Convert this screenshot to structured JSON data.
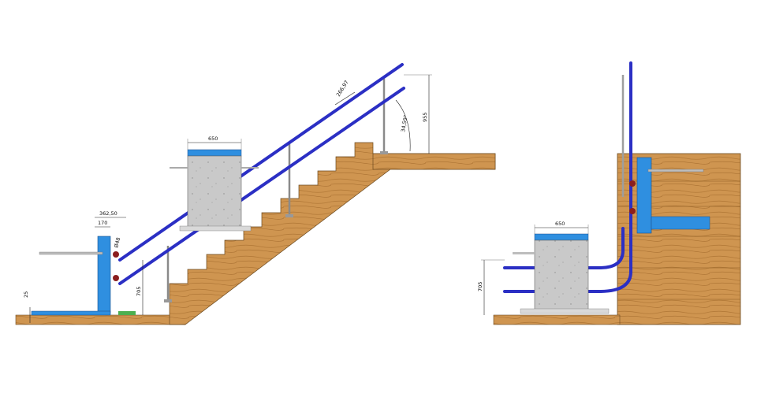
{
  "dimensions": {
    "left_view": {
      "platform_width": "650",
      "rail_length_inclined": "266,97",
      "rail_angle": "34,59°",
      "rail_height": "955",
      "lower_station_width": "362,50",
      "lower_station_inner": "170",
      "rail_diameter": "Ø48",
      "lower_platform_height": "705",
      "ramp_height": "25"
    },
    "right_view": {
      "platform_width": "650",
      "lower_platform_height": "705"
    }
  },
  "colors": {
    "rail_blue": "#2b2fc4",
    "platform_blue": "#2f8fe0",
    "wood": "#c98f4a",
    "wood_dark": "#9c6a2e",
    "metal_grey": "#bfbfbf",
    "red_bracket": "#8b1e1e"
  }
}
